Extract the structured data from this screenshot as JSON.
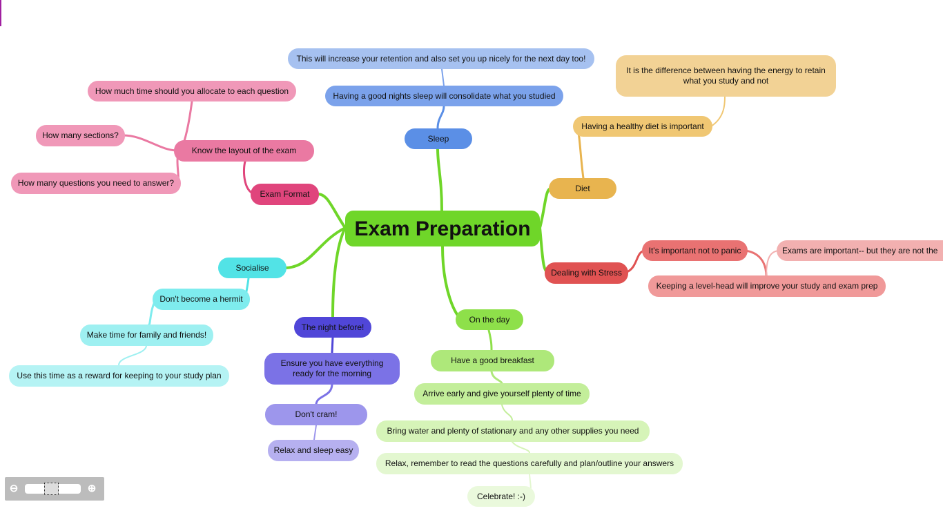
{
  "title": "Exam Preparation",
  "colors": {
    "center": "#6fd629",
    "sleep": "#5b8fe6",
    "diet": "#e8b44f",
    "stress": "#e05252",
    "day": "#8ee04a",
    "night": "#5046d8",
    "social": "#52e3e6",
    "format": "#e0457c"
  },
  "nodes": {
    "sleep": "Sleep",
    "sleep_1": "Having a good nights sleep will consolidate what you studied",
    "sleep_2": "This will increase your retention and also set you up nicely for the next day too!",
    "diet": "Diet",
    "diet_1": "Having a healthy diet is important",
    "diet_2": "It is the difference between having the energy to retain what you study and not",
    "stress": "Dealing with Stress",
    "stress_1": "It's important not to panic",
    "stress_2": "Exams are important-- but they are not the",
    "stress_3": "Keeping a level-head will improve your study and exam prep",
    "day": "On the day",
    "day_1": "Have a good breakfast",
    "day_2": "Arrive early and give yourself plenty of time",
    "day_3": "Bring water and plenty of stationary and any other supplies you need",
    "day_4": "Relax, remember to read the questions carefully and plan/outline your answers",
    "day_5": "Celebrate! :-)",
    "night": "The night before!",
    "night_1": "Ensure you have everything ready for the morning",
    "night_2": "Don't cram!",
    "night_3": "Relax and sleep easy",
    "social": "Socialise",
    "social_1": "Don't become a hermit",
    "social_2": "Make time for family and friends!",
    "social_3": "Use this time as a reward for keeping to your study plan",
    "format": "Exam Format",
    "format_1": "Know the layout of the exam",
    "format_2": "How much time should you allocate to each question",
    "format_3": "How many sections?",
    "format_4": "How many questions you need to answer?"
  },
  "zoom": {
    "out_icon": "zoom-out-icon",
    "in_icon": "zoom-in-icon",
    "level": 0.5
  }
}
